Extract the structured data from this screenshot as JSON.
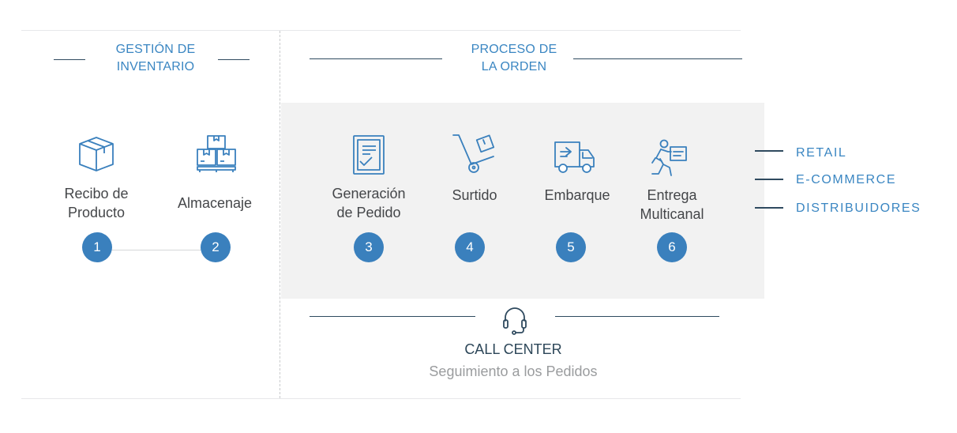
{
  "colors": {
    "accent": "#3a86c2",
    "circle": "#3a80bd",
    "dark_line": "#2f4a5f",
    "label_text": "#444649",
    "panel_bg": "#f2f2f2"
  },
  "inventory": {
    "title": "GESTIÓN DE\nINVENTARIO",
    "steps": [
      {
        "number": "1",
        "label": "Recibo de\nProducto",
        "icon": "box-icon"
      },
      {
        "number": "2",
        "label": "Almacenaje",
        "icon": "pallet-boxes-icon"
      }
    ]
  },
  "order": {
    "title": "PROCESO DE\nLA ORDEN",
    "steps": [
      {
        "number": "3",
        "label": "Generación\nde Pedido",
        "icon": "order-document-icon"
      },
      {
        "number": "4",
        "label": "Surtido",
        "icon": "hand-truck-icon"
      },
      {
        "number": "5",
        "label": "Embarque",
        "icon": "delivery-truck-icon"
      },
      {
        "number": "6",
        "label": "Entrega\nMulticanal",
        "icon": "courier-icon"
      }
    ]
  },
  "channels": [
    "RETAIL",
    "E-COMMERCE",
    "DISTRIBUIDORES"
  ],
  "call_center": {
    "title": "CALL CENTER",
    "subtitle": "Seguimiento a los Pedidos",
    "icon": "headset-icon"
  }
}
